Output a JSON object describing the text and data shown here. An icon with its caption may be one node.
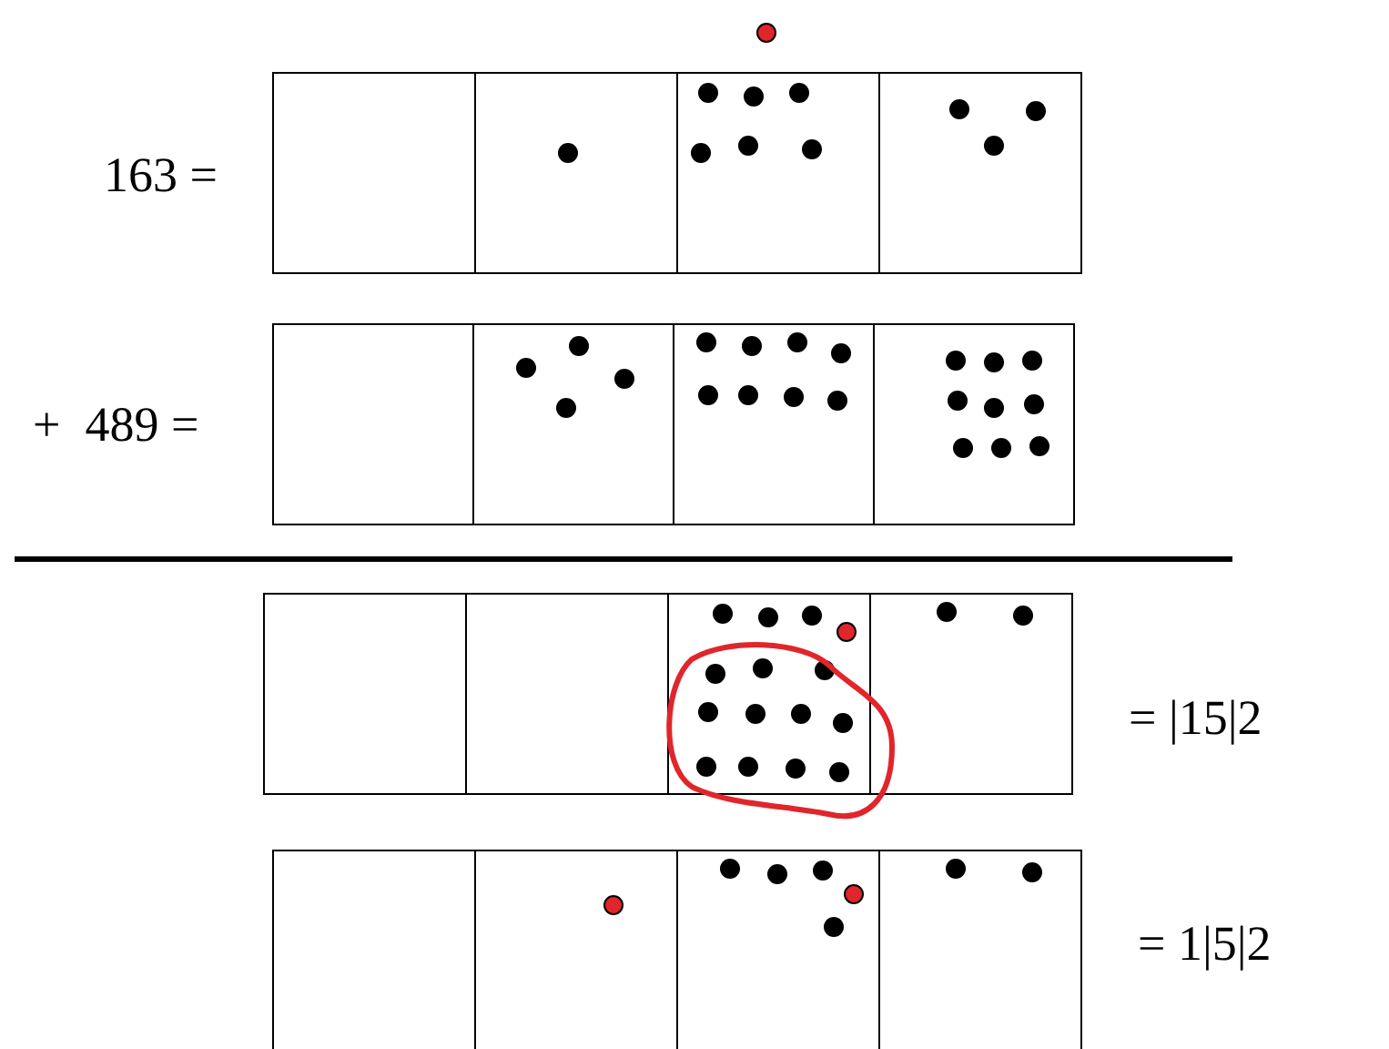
{
  "diagram": {
    "labels": [
      "163 =",
      "+  489 =",
      "= |15|2",
      "= 1|5|2"
    ]
  }
}
